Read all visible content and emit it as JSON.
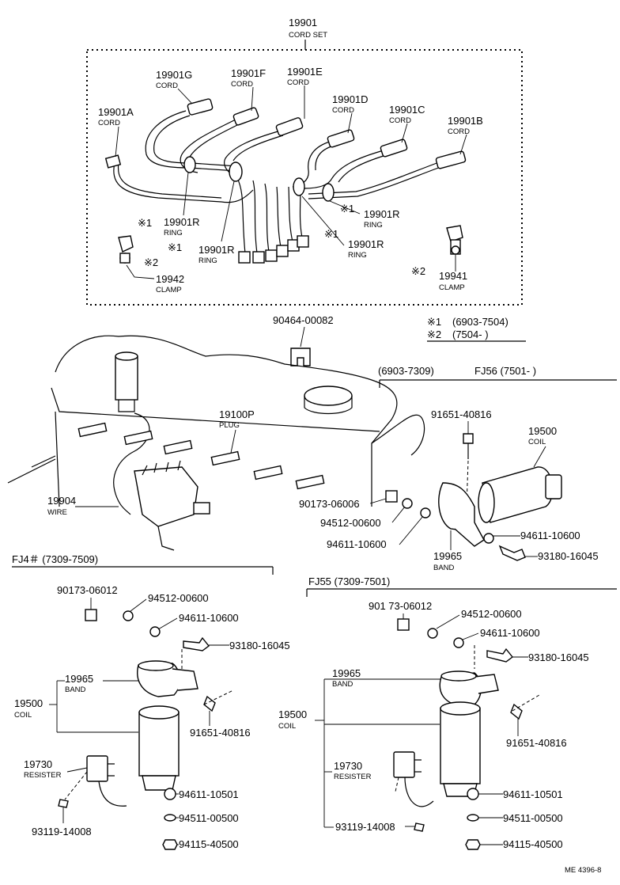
{
  "cord_set": {
    "pn": "19901",
    "name": "CORD SET"
  },
  "cords": [
    {
      "pn": "19901G",
      "name": "CORD"
    },
    {
      "pn": "19901F",
      "name": "CORD"
    },
    {
      "pn": "19901E",
      "name": "CORD"
    },
    {
      "pn": "19901A",
      "name": "CORD"
    },
    {
      "pn": "19901D",
      "name": "CORD"
    },
    {
      "pn": "19901C",
      "name": "CORD"
    },
    {
      "pn": "19901B",
      "name": "CORD"
    }
  ],
  "rings": [
    {
      "mark": "※1",
      "pn": "19901R",
      "name": "RING"
    },
    {
      "mark": "※1",
      "pn": "19901R",
      "name": "RING"
    },
    {
      "mark": "※1",
      "pn": "19901R",
      "name": "RING"
    },
    {
      "mark": "※1",
      "pn": "19901R",
      "name": "RING"
    }
  ],
  "clamps": [
    {
      "mark": "※2",
      "pn": "19942",
      "name": "CLAMP"
    },
    {
      "mark": "※2",
      "pn": "19941",
      "name": "CLAMP"
    }
  ],
  "legend": {
    "note1_mark": "※1",
    "note1": "(6903-7504)",
    "note2_mark": "※2",
    "note2": "(7504-       )"
  },
  "engine": {
    "grommet_pn": "90464-00082",
    "plug_pn": "19100P",
    "plug_name": "PLUG",
    "wire_pn": "19904",
    "wire_name": "WIRE"
  },
  "fj56": {
    "range_label": "(6903-7309)",
    "model_label": "FJ56 (7501-         )",
    "bolt_top": "91651-40816",
    "coil_pn": "19500",
    "coil_name": "COIL",
    "nut": "90173-06006",
    "washer": "94512-00600",
    "washer2": "94611-10600",
    "washer3": "94611-10600",
    "bolt": "93180-16045",
    "band_pn": "19965",
    "band_name": "BAND"
  },
  "fj4": {
    "title": "FJ4＃ (7309-7509)",
    "nut": "90173-06012",
    "washer": "94512-00600",
    "washer2": "94611-10600",
    "bolt": "93180-16045",
    "band_pn": "19965",
    "band_name": "BAND",
    "coil_pn": "19500",
    "coil_name": "COIL",
    "bolt2": "91651-40816",
    "resister_pn": "19730",
    "resister_name": "RESISTER",
    "w_10501": "94611-10501",
    "w_00500": "94511-00500",
    "n_40500": "94115-40500",
    "screw": "93119-14008"
  },
  "fj55": {
    "title": "FJ55 (7309-7501)",
    "nut": "901 73-06012",
    "washer": "94512-00600",
    "washer2": "94611-10600",
    "bolt": "93180-16045",
    "band_pn": "19965",
    "band_name": "BAND",
    "coil_pn": "19500",
    "coil_name": "COIL",
    "bolt2": "91651-40816",
    "resister_pn": "19730",
    "resister_name": "RESISTER",
    "w_10501": "94611-10501",
    "screw": "93119-14008",
    "w_00500": "94511-00500",
    "n_40500": "94115-40500"
  },
  "footer_code": "ME 4396-8"
}
